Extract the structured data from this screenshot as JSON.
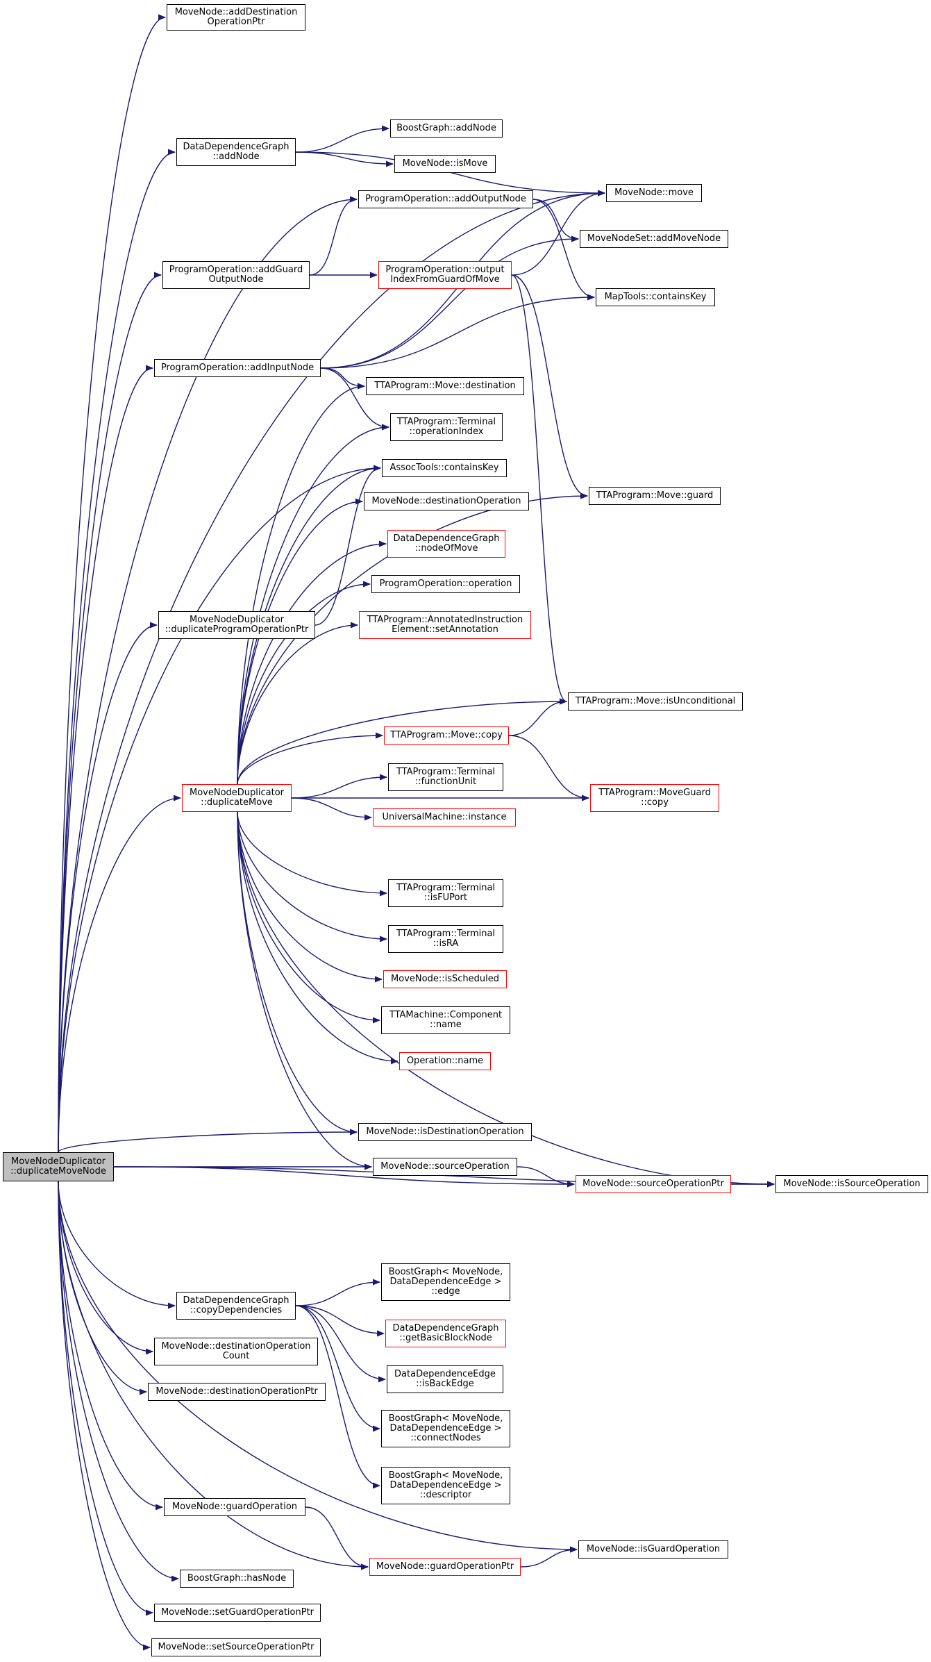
{
  "colors": {
    "edge": "#191970",
    "node_border": "#000000",
    "link_border": "#ff0000",
    "root_fill": "#bfbfbf"
  },
  "nodes": [
    {
      "id": "root",
      "lines": [
        "MoveNodeDuplicator",
        "::duplicateMoveNode"
      ],
      "style": "root"
    },
    {
      "id": "addDestOpPtr",
      "lines": [
        "MoveNode::addDestination",
        "OperationPtr"
      ]
    },
    {
      "id": "ddgAddNode",
      "lines": [
        "DataDependenceGraph",
        "::addNode"
      ]
    },
    {
      "id": "bgAddNode",
      "lines": [
        "BoostGraph::addNode"
      ]
    },
    {
      "id": "mnIsMove",
      "lines": [
        "MoveNode::isMove"
      ]
    },
    {
      "id": "poAddOutputNode",
      "lines": [
        "ProgramOperation::addOutputNode"
      ]
    },
    {
      "id": "mnMove",
      "lines": [
        "MoveNode::move"
      ]
    },
    {
      "id": "mnsAddMoveNode",
      "lines": [
        "MoveNodeSet::addMoveNode"
      ]
    },
    {
      "id": "poAddGuardOutputNode",
      "lines": [
        "ProgramOperation::addGuard",
        "OutputNode"
      ]
    },
    {
      "id": "poOutputIndex",
      "lines": [
        "ProgramOperation::output",
        "IndexFromGuardOfMove"
      ],
      "style": "red"
    },
    {
      "id": "mtContainsKey",
      "lines": [
        "MapTools::containsKey"
      ]
    },
    {
      "id": "poAddInputNode",
      "lines": [
        "ProgramOperation::addInputNode"
      ]
    },
    {
      "id": "moveDestination",
      "lines": [
        "TTAProgram::Move::destination"
      ]
    },
    {
      "id": "termOpIndex",
      "lines": [
        "TTAProgram::Terminal",
        "::operationIndex"
      ]
    },
    {
      "id": "atContainsKey",
      "lines": [
        "AssocTools::containsKey"
      ]
    },
    {
      "id": "moveGuard",
      "lines": [
        "TTAProgram::Move::guard"
      ]
    },
    {
      "id": "mnDestOp",
      "lines": [
        "MoveNode::destinationOperation"
      ]
    },
    {
      "id": "ddgNodeOfMove",
      "lines": [
        "DataDependenceGraph",
        "::nodeOfMove"
      ],
      "style": "red"
    },
    {
      "id": "poOperation",
      "lines": [
        "ProgramOperation::operation"
      ]
    },
    {
      "id": "mndDupPO",
      "lines": [
        "MoveNodeDuplicator",
        "::duplicateProgramOperationPtr"
      ]
    },
    {
      "id": "aieSetAnnotation",
      "lines": [
        "TTAProgram::AnnotatedInstruction",
        "Element::setAnnotation"
      ],
      "style": "red"
    },
    {
      "id": "moveIsUncond",
      "lines": [
        "TTAProgram::Move::isUnconditional"
      ]
    },
    {
      "id": "moveCopy",
      "lines": [
        "TTAProgram::Move::copy"
      ],
      "style": "red"
    },
    {
      "id": "mndDupMove",
      "lines": [
        "MoveNodeDuplicator",
        "::duplicateMove"
      ],
      "style": "red"
    },
    {
      "id": "termFU",
      "lines": [
        "TTAProgram::Terminal",
        "::functionUnit"
      ]
    },
    {
      "id": "mgCopy",
      "lines": [
        "TTAProgram::MoveGuard",
        "::copy"
      ],
      "style": "red"
    },
    {
      "id": "umInstance",
      "lines": [
        "UniversalMachine::instance"
      ],
      "style": "red"
    },
    {
      "id": "termIsFUPort",
      "lines": [
        "TTAProgram::Terminal",
        "::isFUPort"
      ]
    },
    {
      "id": "termIsRA",
      "lines": [
        "TTAProgram::Terminal",
        "::isRA"
      ]
    },
    {
      "id": "mnIsScheduled",
      "lines": [
        "MoveNode::isScheduled"
      ],
      "style": "red"
    },
    {
      "id": "compName",
      "lines": [
        "TTAMachine::Component",
        "::name"
      ]
    },
    {
      "id": "opName",
      "lines": [
        "Operation::name"
      ],
      "style": "red"
    },
    {
      "id": "mnIsDestOp",
      "lines": [
        "MoveNode::isDestinationOperation"
      ]
    },
    {
      "id": "mnSourceOp",
      "lines": [
        "MoveNode::sourceOperation"
      ]
    },
    {
      "id": "mnSourceOpPtr",
      "lines": [
        "MoveNode::sourceOperationPtr"
      ],
      "style": "red"
    },
    {
      "id": "mnIsSourceOp",
      "lines": [
        "MoveNode::isSourceOperation"
      ]
    },
    {
      "id": "bgEdge",
      "lines": [
        "BoostGraph< MoveNode,",
        "DataDependenceEdge >",
        "::edge"
      ]
    },
    {
      "id": "ddgCopyDeps",
      "lines": [
        "DataDependenceGraph",
        "::copyDependencies"
      ]
    },
    {
      "id": "ddgGetBBNode",
      "lines": [
        "DataDependenceGraph",
        "::getBasicBlockNode"
      ],
      "style": "red"
    },
    {
      "id": "mnDestOpCount",
      "lines": [
        "MoveNode::destinationOperation",
        "Count"
      ]
    },
    {
      "id": "dheIsBackEdge",
      "lines": [
        "DataDependenceEdge",
        "::isBackEdge"
      ]
    },
    {
      "id": "mnDestOpPtr",
      "lines": [
        "MoveNode::destinationOperationPtr"
      ]
    },
    {
      "id": "bgConnect",
      "lines": [
        "BoostGraph< MoveNode,",
        "DataDependenceEdge >",
        "::connectNodes"
      ]
    },
    {
      "id": "bgDescriptor",
      "lines": [
        "BoostGraph< MoveNode,",
        "DataDependenceEdge >",
        "::descriptor"
      ]
    },
    {
      "id": "mnGuardOp",
      "lines": [
        "MoveNode::guardOperation"
      ]
    },
    {
      "id": "mnIsGuardOp",
      "lines": [
        "MoveNode::isGuardOperation"
      ]
    },
    {
      "id": "mnGuardOpPtr",
      "lines": [
        "MoveNode::guardOperationPtr"
      ],
      "style": "red"
    },
    {
      "id": "bgHasNode",
      "lines": [
        "BoostGraph::hasNode"
      ]
    },
    {
      "id": "mnSetGuardOpPtr",
      "lines": [
        "MoveNode::setGuardOperationPtr"
      ]
    },
    {
      "id": "mnSetSourceOpPtr",
      "lines": [
        "MoveNode::setSourceOperationPtr"
      ]
    }
  ],
  "edges": [
    [
      "root",
      "addDestOpPtr"
    ],
    [
      "root",
      "ddgAddNode"
    ],
    [
      "root",
      "mnMove"
    ],
    [
      "root",
      "poAddOutputNode"
    ],
    [
      "root",
      "poAddGuardOutputNode"
    ],
    [
      "root",
      "poAddInputNode"
    ],
    [
      "root",
      "atContainsKey"
    ],
    [
      "root",
      "mndDupPO"
    ],
    [
      "root",
      "mndDupMove"
    ],
    [
      "root",
      "mnIsDestOp"
    ],
    [
      "root",
      "mnSourceOp"
    ],
    [
      "root",
      "mnSourceOpPtr"
    ],
    [
      "root",
      "mnIsSourceOp"
    ],
    [
      "root",
      "ddgCopyDeps"
    ],
    [
      "root",
      "mnDestOpCount"
    ],
    [
      "root",
      "mnDestOpPtr"
    ],
    [
      "root",
      "mnGuardOp"
    ],
    [
      "root",
      "mnIsGuardOp"
    ],
    [
      "root",
      "mnGuardOpPtr"
    ],
    [
      "root",
      "bgHasNode"
    ],
    [
      "root",
      "mnSetGuardOpPtr"
    ],
    [
      "root",
      "mnSetSourceOpPtr"
    ],
    [
      "ddgAddNode",
      "bgAddNode"
    ],
    [
      "ddgAddNode",
      "mnIsMove"
    ],
    [
      "ddgAddNode",
      "mnMove"
    ],
    [
      "poAddOutputNode",
      "mnsAddMoveNode"
    ],
    [
      "poAddOutputNode",
      "mtContainsKey"
    ],
    [
      "poAddGuardOutputNode",
      "poAddOutputNode"
    ],
    [
      "poAddGuardOutputNode",
      "poOutputIndex"
    ],
    [
      "poOutputIndex",
      "mnMove"
    ],
    [
      "poOutputIndex",
      "moveGuard"
    ],
    [
      "poOutputIndex",
      "moveIsUncond"
    ],
    [
      "poAddInputNode",
      "mnMove"
    ],
    [
      "poAddInputNode",
      "mnsAddMoveNode"
    ],
    [
      "poAddInputNode",
      "mtContainsKey"
    ],
    [
      "poAddInputNode",
      "moveDestination"
    ],
    [
      "poAddInputNode",
      "termOpIndex"
    ],
    [
      "mndDupPO",
      "atContainsKey"
    ],
    [
      "mndDupMove",
      "moveDestination"
    ],
    [
      "mndDupMove",
      "termOpIndex"
    ],
    [
      "mndDupMove",
      "atContainsKey"
    ],
    [
      "mndDupMove",
      "mnDestOp"
    ],
    [
      "mndDupMove",
      "ddgNodeOfMove"
    ],
    [
      "mndDupMove",
      "poOperation"
    ],
    [
      "mndDupMove",
      "aieSetAnnotation"
    ],
    [
      "mndDupMove",
      "moveGuard"
    ],
    [
      "mndDupMove",
      "moveIsUncond"
    ],
    [
      "mndDupMove",
      "moveCopy"
    ],
    [
      "mndDupMove",
      "termFU"
    ],
    [
      "mndDupMove",
      "umInstance"
    ],
    [
      "mndDupMove",
      "mgCopy"
    ],
    [
      "mndDupMove",
      "termIsFUPort"
    ],
    [
      "mndDupMove",
      "termIsRA"
    ],
    [
      "mndDupMove",
      "mnIsScheduled"
    ],
    [
      "mndDupMove",
      "compName"
    ],
    [
      "mndDupMove",
      "opName"
    ],
    [
      "mndDupMove",
      "mnIsDestOp"
    ],
    [
      "mndDupMove",
      "mnSourceOp"
    ],
    [
      "mndDupMove",
      "mnIsSourceOp"
    ],
    [
      "moveCopy",
      "moveIsUncond"
    ],
    [
      "moveCopy",
      "mgCopy"
    ],
    [
      "mnSourceOp",
      "mnSourceOpPtr"
    ],
    [
      "mnSourceOpPtr",
      "mnIsSourceOp"
    ],
    [
      "ddgCopyDeps",
      "bgEdge"
    ],
    [
      "ddgCopyDeps",
      "ddgGetBBNode"
    ],
    [
      "ddgCopyDeps",
      "dheIsBackEdge"
    ],
    [
      "ddgCopyDeps",
      "bgConnect"
    ],
    [
      "ddgCopyDeps",
      "bgDescriptor"
    ],
    [
      "mnGuardOp",
      "mnGuardOpPtr"
    ],
    [
      "mnGuardOpPtr",
      "mnIsGuardOp"
    ]
  ]
}
